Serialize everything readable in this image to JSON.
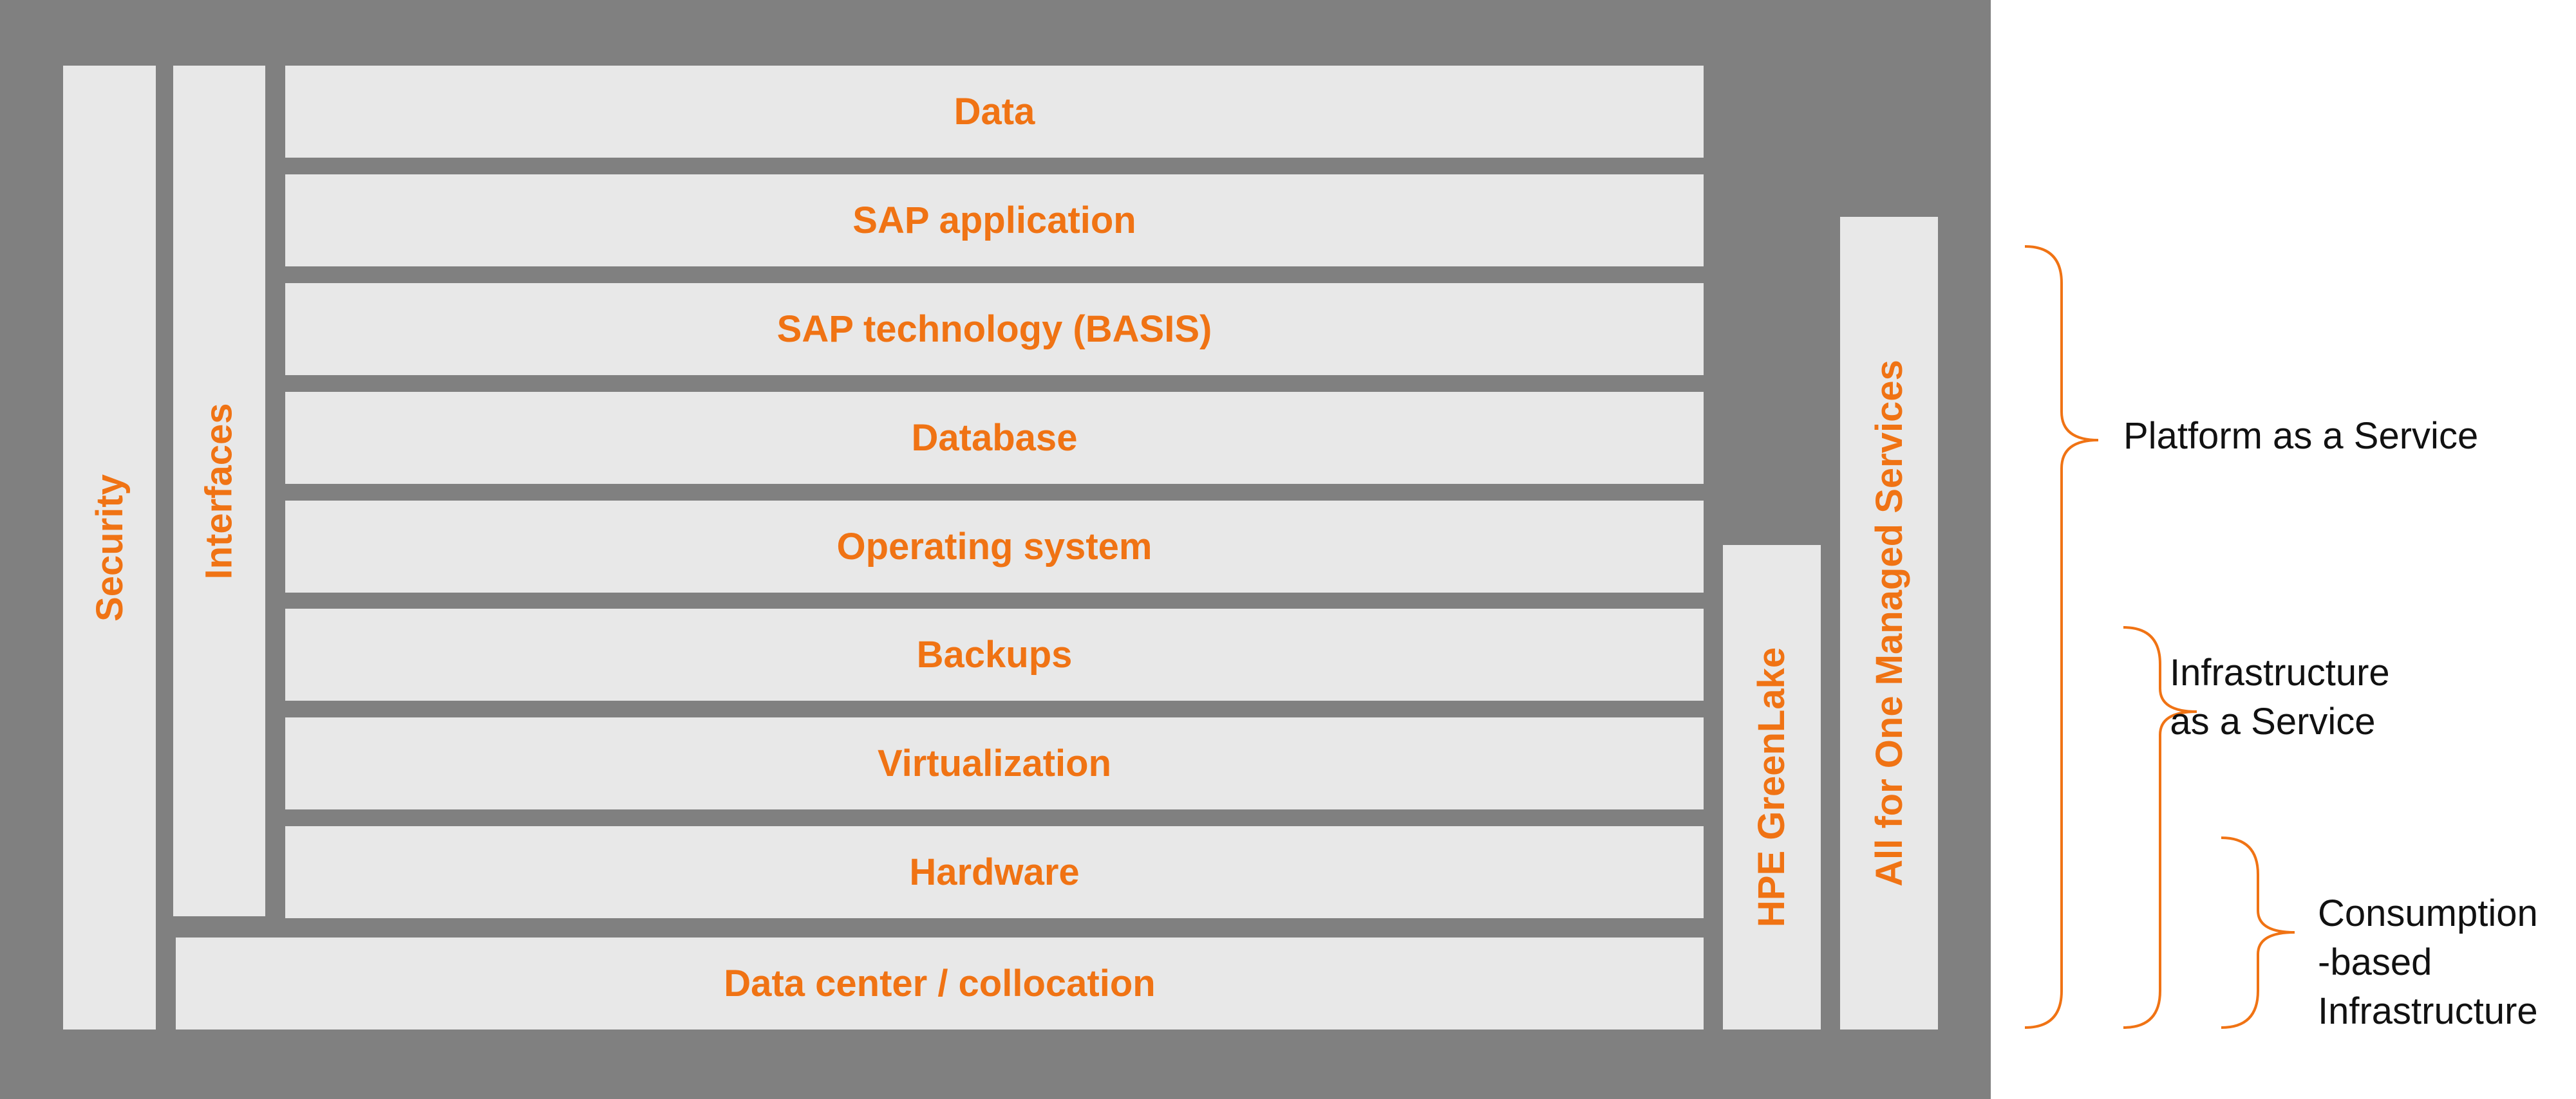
{
  "stack": {
    "security": "Security",
    "interfaces": "Interfaces",
    "layers": [
      "Data",
      "SAP application",
      "SAP technology (BASIS)",
      "Database",
      "Operating system",
      "Backups",
      "Virtualization",
      "Hardware"
    ],
    "datacenter": "Data center / collocation",
    "greenlake": "HPE GreenLake",
    "managed": "All for One Managed Services"
  },
  "service_levels": {
    "paas": "Platform as a Service",
    "iaas_line1": "Infrastructure",
    "iaas_line2": "as a Service",
    "cbi_line1": "Consumption",
    "cbi_line2": "-based",
    "cbi_line3": "Infrastructure"
  },
  "colors": {
    "panel": "#808080",
    "box": "#e8e8e8",
    "accent": "#f07314",
    "label": "#111111"
  }
}
